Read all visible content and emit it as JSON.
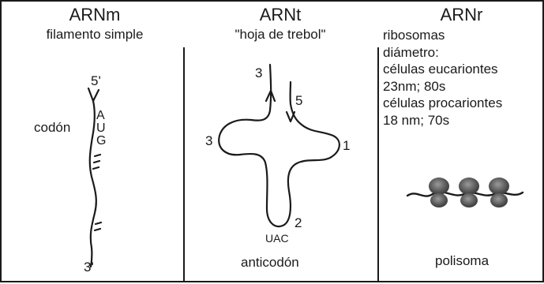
{
  "arnm": {
    "title": "ARNm",
    "subtitle": "filamento simple",
    "end_5": "5'",
    "end_3": "3'",
    "codon_label": "codón",
    "codon_bases": [
      "A",
      "U",
      "G"
    ]
  },
  "arnt": {
    "title": "ARNt",
    "subtitle": "\"hoja de trebol\"",
    "arm_top": "3",
    "arm_entry": "5",
    "arm_left": "3",
    "arm_right": "1",
    "arm_bottom": "2",
    "anticodon_bases": "UAC",
    "caption": "anticodón"
  },
  "arnr": {
    "title": "ARNr",
    "lines": [
      "ribosomas",
      "diámetro:",
      "células eucariontes",
      "23nm; 80s",
      "células procariontes",
      "18 nm; 70s"
    ],
    "caption": "polisoma"
  },
  "colors": {
    "ink": "#1a1a1a",
    "ribosome": "#555555"
  }
}
